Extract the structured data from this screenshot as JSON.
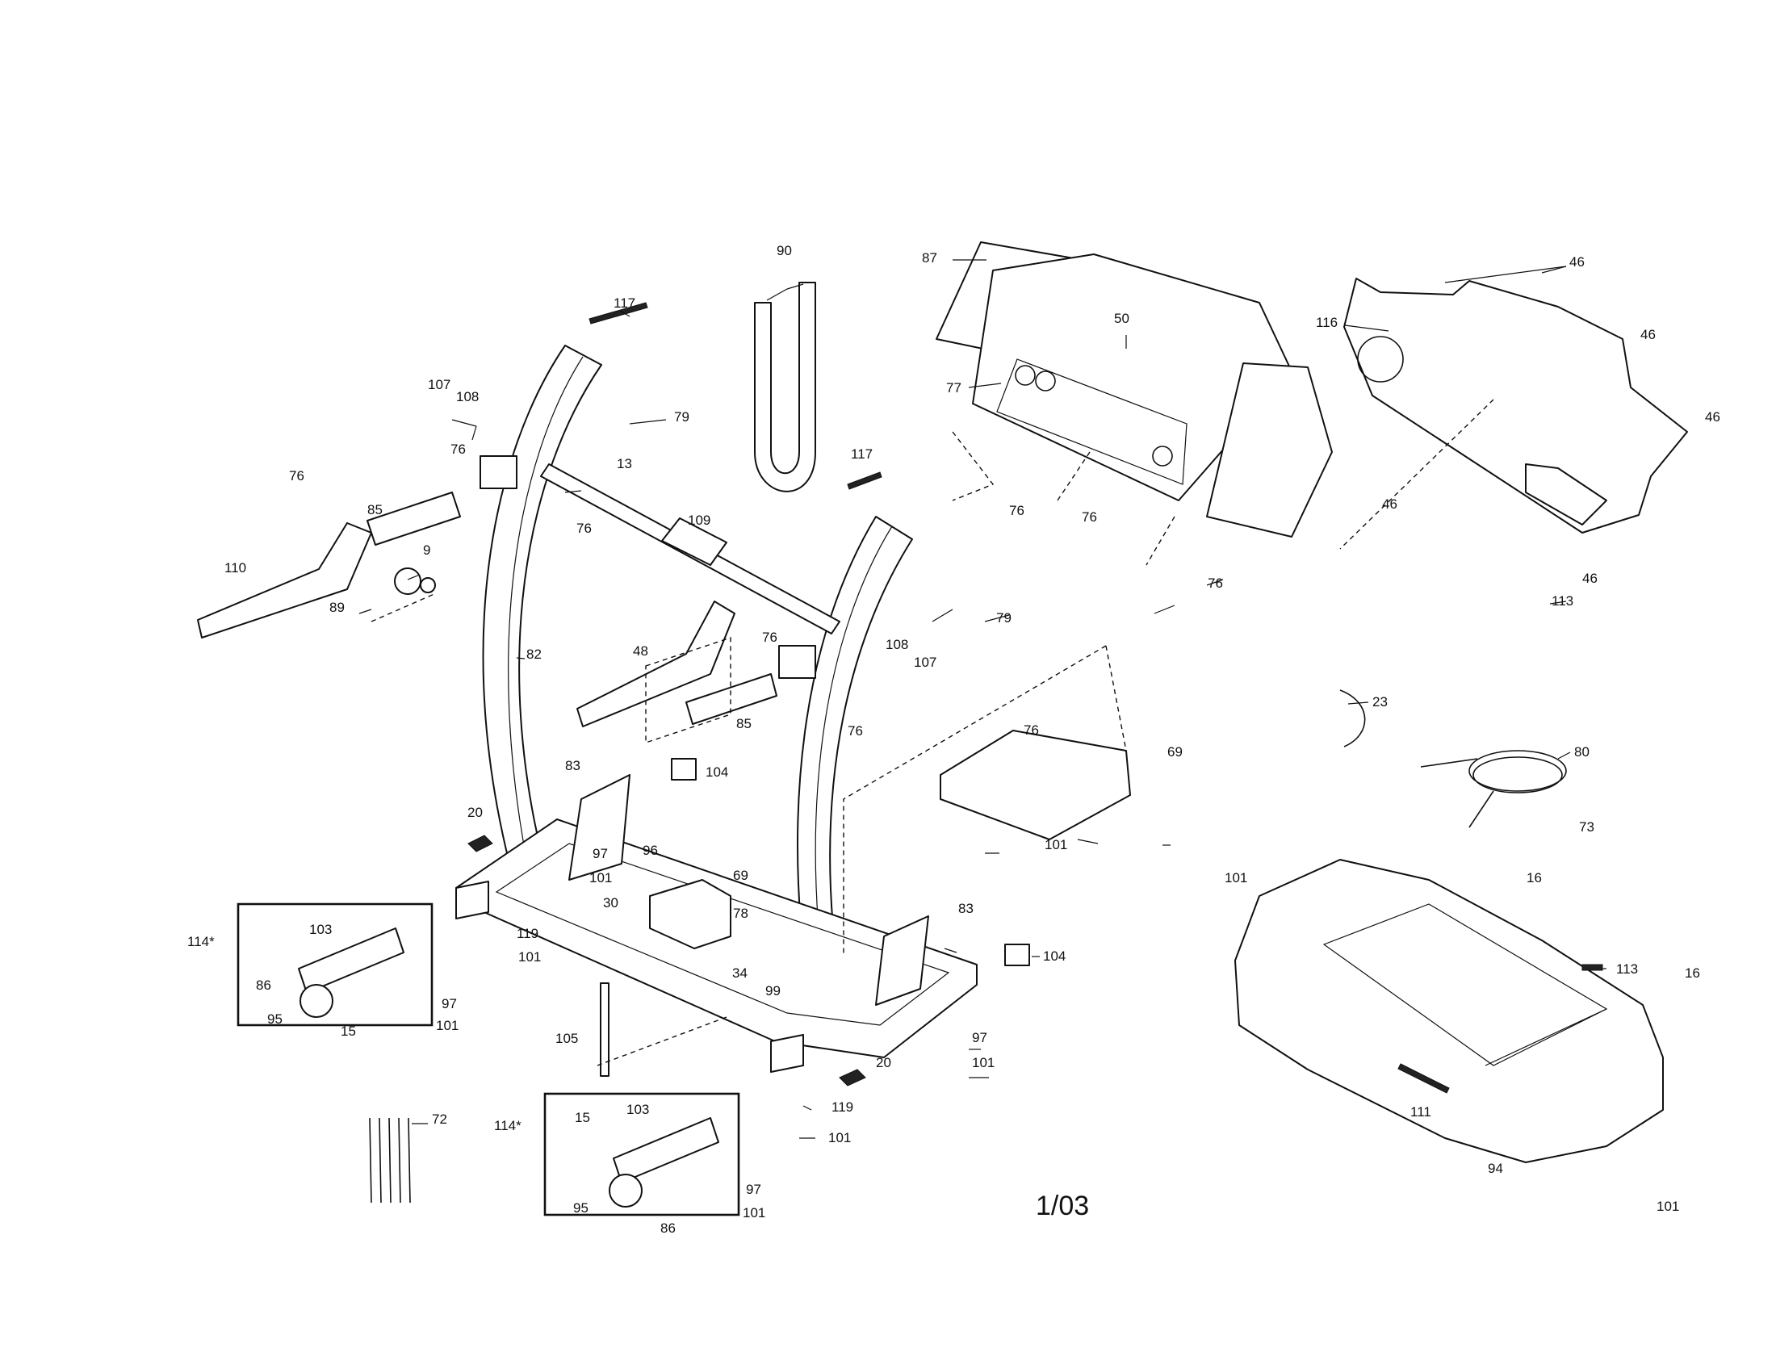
{
  "diagram": {
    "page_code": "1/03",
    "labels": {
      "p90": "90",
      "p117a": "117",
      "p117b": "117",
      "p87": "87",
      "p50": "50",
      "p46a": "46",
      "p46b": "46",
      "p46c": "46",
      "p46d": "46",
      "p46e": "46",
      "p116": "116",
      "p77": "77",
      "p107a": "107",
      "p108a": "108",
      "p79a": "79",
      "p76a": "76",
      "p76b": "76",
      "p13": "13",
      "p76c": "76",
      "p85a": "85",
      "p9": "9",
      "p110": "110",
      "p89": "89",
      "p82": "82",
      "p109": "109",
      "p48": "48",
      "p76d": "76",
      "p76e": "76",
      "p76f": "76",
      "p76g": "76",
      "p76h": "76",
      "p79b": "79",
      "p108b": "108",
      "p107b": "107",
      "p85b": "85",
      "p76i": "76",
      "p113a": "113",
      "p23": "23",
      "p80": "80",
      "p73": "73",
      "p69a": "69",
      "p101a": "101",
      "p83a": "83",
      "p104a": "104",
      "p20a": "20",
      "p97a": "97",
      "p96": "96",
      "p101b": "101",
      "p69b": "69",
      "p30": "30",
      "p78": "78",
      "p119a": "119",
      "p101c": "101",
      "p114a": "114*",
      "p103a": "103",
      "p86a": "86",
      "p97b": "97",
      "p95a": "95",
      "p15a": "15",
      "p101d": "101",
      "p34": "34",
      "p99": "99",
      "p83b": "83",
      "p104b": "104",
      "p105": "105",
      "p97c": "97",
      "p101e": "101",
      "p20b": "20",
      "p119b": "119",
      "p101f": "101",
      "p72": "72",
      "p114b": "114*",
      "p15b": "15",
      "p103b": "103",
      "p97d": "97",
      "p95b": "95",
      "p86b": "86",
      "p101g": "101",
      "p101h": "101",
      "p16a": "16",
      "p113b": "113",
      "p16b": "16",
      "p111": "111",
      "p94": "94",
      "p101i": "101"
    }
  }
}
